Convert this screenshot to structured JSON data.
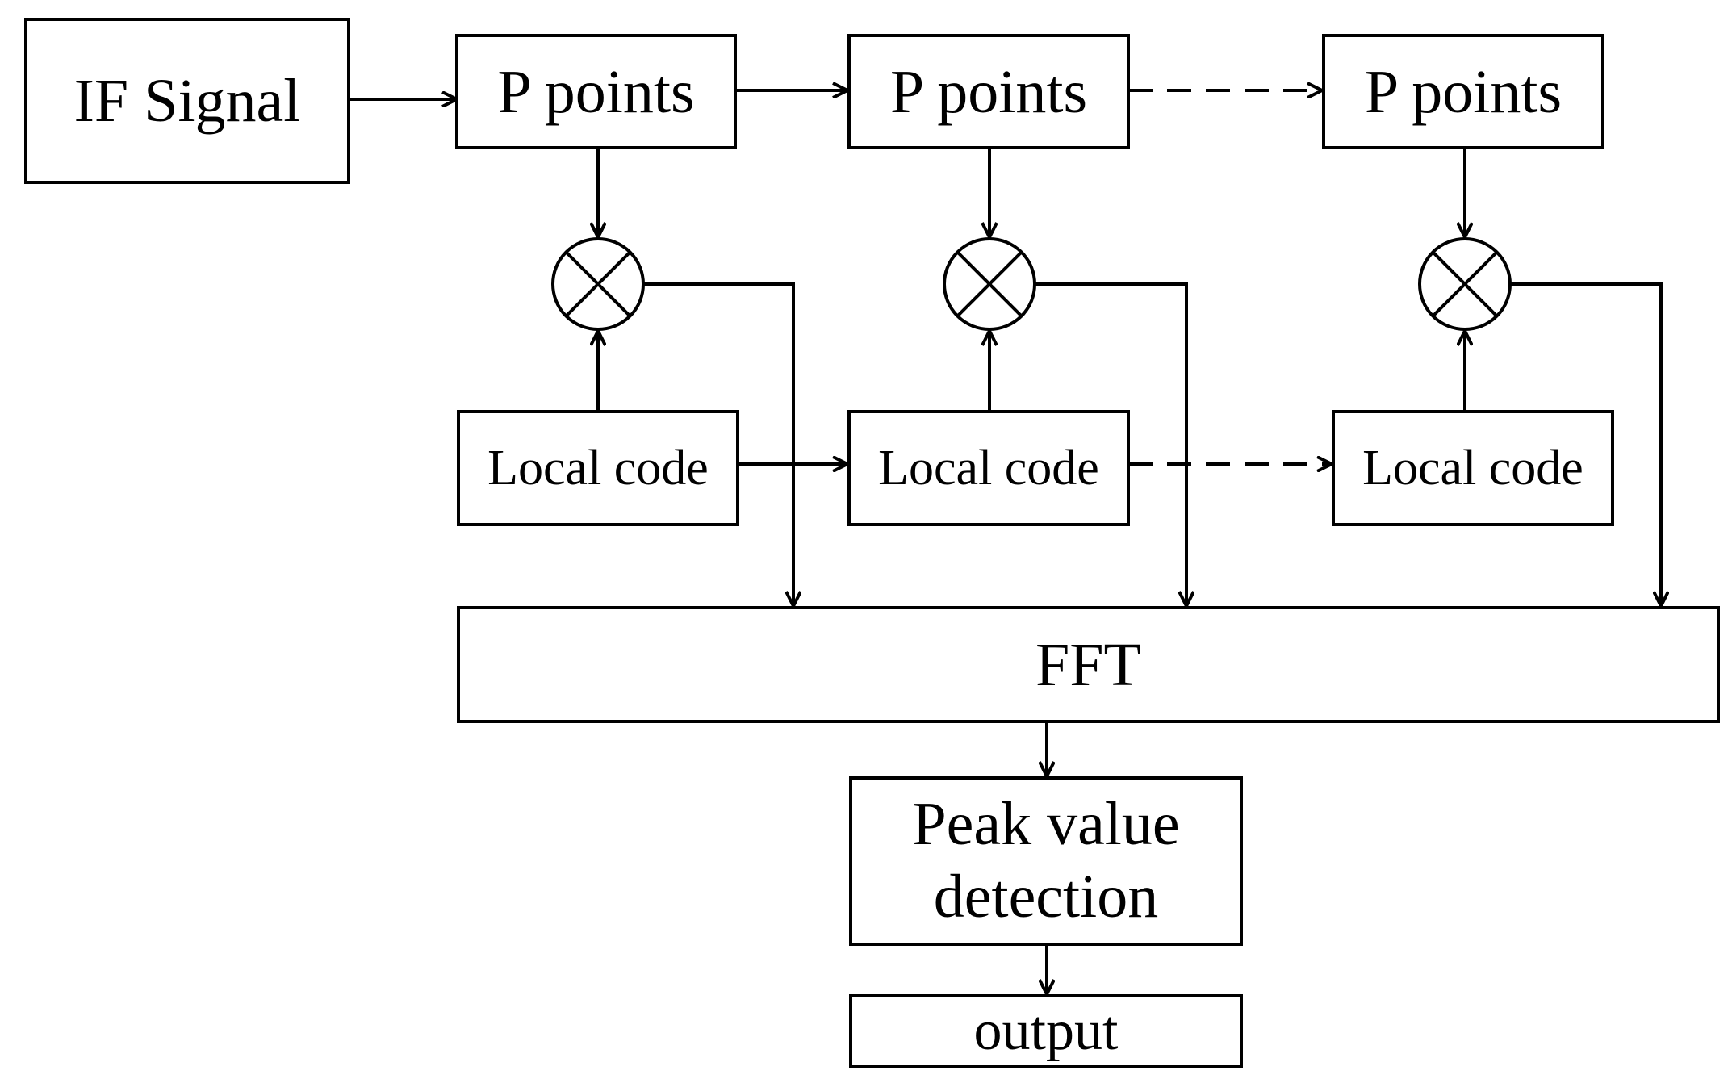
{
  "if_signal": {
    "label": "IF Signal"
  },
  "stages": [
    {
      "points_label": "P points",
      "local_code_label": "Local code"
    },
    {
      "points_label": "P points",
      "local_code_label": "Local code"
    },
    {
      "points_label": "P points",
      "local_code_label": "Local code"
    }
  ],
  "fft": {
    "label": "FFT"
  },
  "peak": {
    "line1": "Peak value",
    "line2": "detection"
  },
  "output": {
    "label": "output"
  },
  "icons": {
    "multiplier": "multiplier-icon"
  },
  "colors": {
    "stroke": "#000000",
    "background": "#ffffff"
  }
}
